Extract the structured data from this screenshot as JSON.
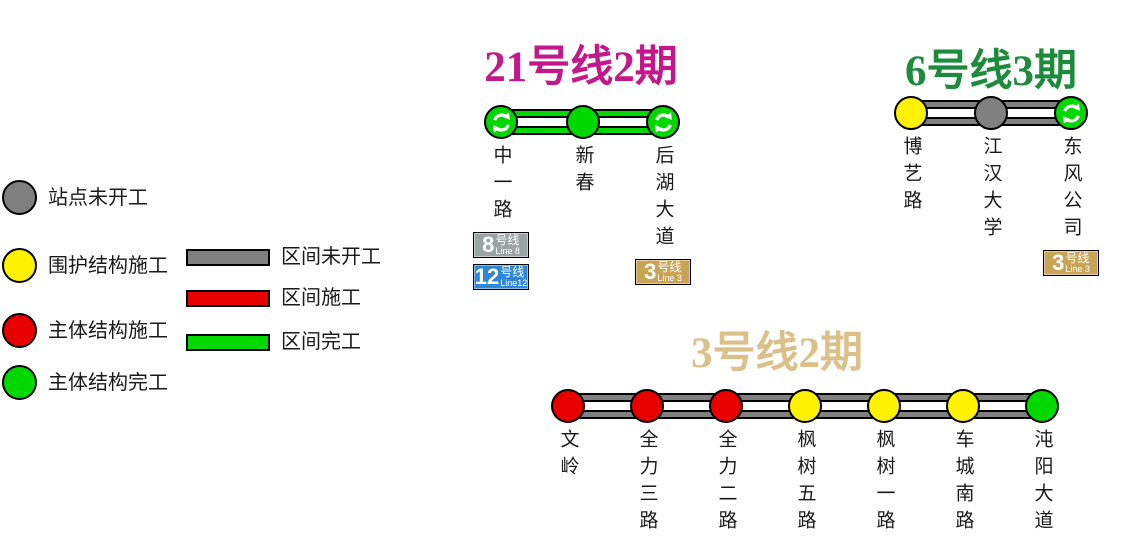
{
  "legend": {
    "station_statuses": [
      {
        "label": "站点未开工",
        "color": "#808080"
      },
      {
        "label": "围护结构施工",
        "color": "#FFF200"
      },
      {
        "label": "主体结构施工",
        "color": "#E80000"
      },
      {
        "label": "主体结构完工",
        "color": "#00D800"
      }
    ],
    "section_statuses": [
      {
        "label": "区间未开工",
        "color": "#808080"
      },
      {
        "label": "区间施工",
        "color": "#E80000"
      },
      {
        "label": "区间完工",
        "color": "#00D800"
      }
    ]
  },
  "lines": [
    {
      "title": "21号线2期",
      "title_color": "#C2188C",
      "track_color": "#00D800",
      "stations": [
        {
          "name": "中一路",
          "color": "#00D800",
          "transfer": true,
          "badges": [
            {
              "number": "8",
              "suffix": "号线",
              "en": "Line 8",
              "color": "#9AA4A4"
            },
            {
              "number": "12",
              "suffix": "号线",
              "en": "Line12",
              "color": "#2F87D5"
            }
          ]
        },
        {
          "name": "新春",
          "color": "#00D800",
          "transfer": false,
          "badges": []
        },
        {
          "name": "后湖大道",
          "color": "#00D800",
          "transfer": true,
          "badges": [
            {
              "number": "3",
              "suffix": "号线",
              "en": "Line 3",
              "color": "#C8A455"
            }
          ]
        }
      ]
    },
    {
      "title": "6号线3期",
      "title_color": "#1E8B3C",
      "track_color": "#808080",
      "stations": [
        {
          "name": "博艺路",
          "color": "#FFF200",
          "transfer": false,
          "badges": []
        },
        {
          "name": "江汉大学",
          "color": "#808080",
          "transfer": false,
          "badges": []
        },
        {
          "name": "东风公司",
          "color": "#00D800",
          "transfer": true,
          "badges": [
            {
              "number": "3",
              "suffix": "号线",
              "en": "Line 3",
              "color": "#C8A455"
            }
          ]
        }
      ]
    },
    {
      "title": "3号线2期",
      "title_color": "#DCC08A",
      "track_color": "#808080",
      "stations": [
        {
          "name": "文岭",
          "color": "#E80000",
          "transfer": false,
          "badges": []
        },
        {
          "name": "全力三路",
          "color": "#E80000",
          "transfer": false,
          "badges": []
        },
        {
          "name": "全力二路",
          "color": "#E80000",
          "transfer": false,
          "badges": []
        },
        {
          "name": "枫树五路",
          "color": "#FFF200",
          "transfer": false,
          "badges": []
        },
        {
          "name": "枫树一路",
          "color": "#FFF200",
          "transfer": false,
          "badges": []
        },
        {
          "name": "车城南路",
          "color": "#FFF200",
          "transfer": false,
          "badges": []
        },
        {
          "name": "沌阳大道",
          "color": "#00D800",
          "transfer": false,
          "badges": []
        }
      ]
    }
  ]
}
